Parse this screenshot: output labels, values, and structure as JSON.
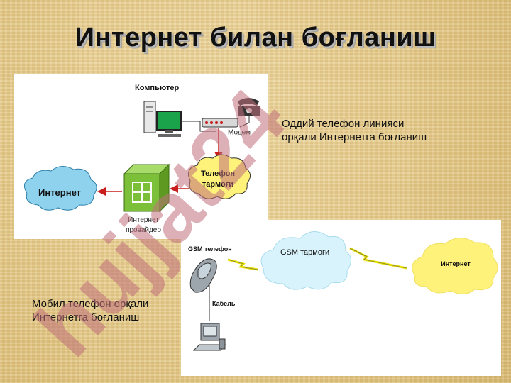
{
  "slide": {
    "title": "Интернет билан боғланиш"
  },
  "landline_diagram": {
    "computer_label": "Компьютер",
    "modem_label": "Модем",
    "network_line1": "Телефон",
    "network_line2": "тармоғи",
    "internet_label": "Интернет",
    "provider_line1": "Интернет",
    "provider_line2": "провайдер",
    "caption_line1": "Оддий телефон линияси",
    "caption_line2": "орқали Интернетга боғланиш"
  },
  "mobile_diagram": {
    "phone_label": "GSM телефон",
    "gsm_network_label": "GSM тармоғи",
    "internet_label": "Интернет",
    "cable_label": "Кабель",
    "caption_line1": "Мобил телефон орқали",
    "caption_line2": "Интернетга боғланиш"
  },
  "watermark": {
    "text": "hujjat24"
  },
  "colors": {
    "arrow_red": "#c81e1e",
    "cloud_blue": "#8fd2ee",
    "cloud_yellow": "#fff27a",
    "provider_green": "#7cc03a",
    "watermark": "#c0707a"
  }
}
